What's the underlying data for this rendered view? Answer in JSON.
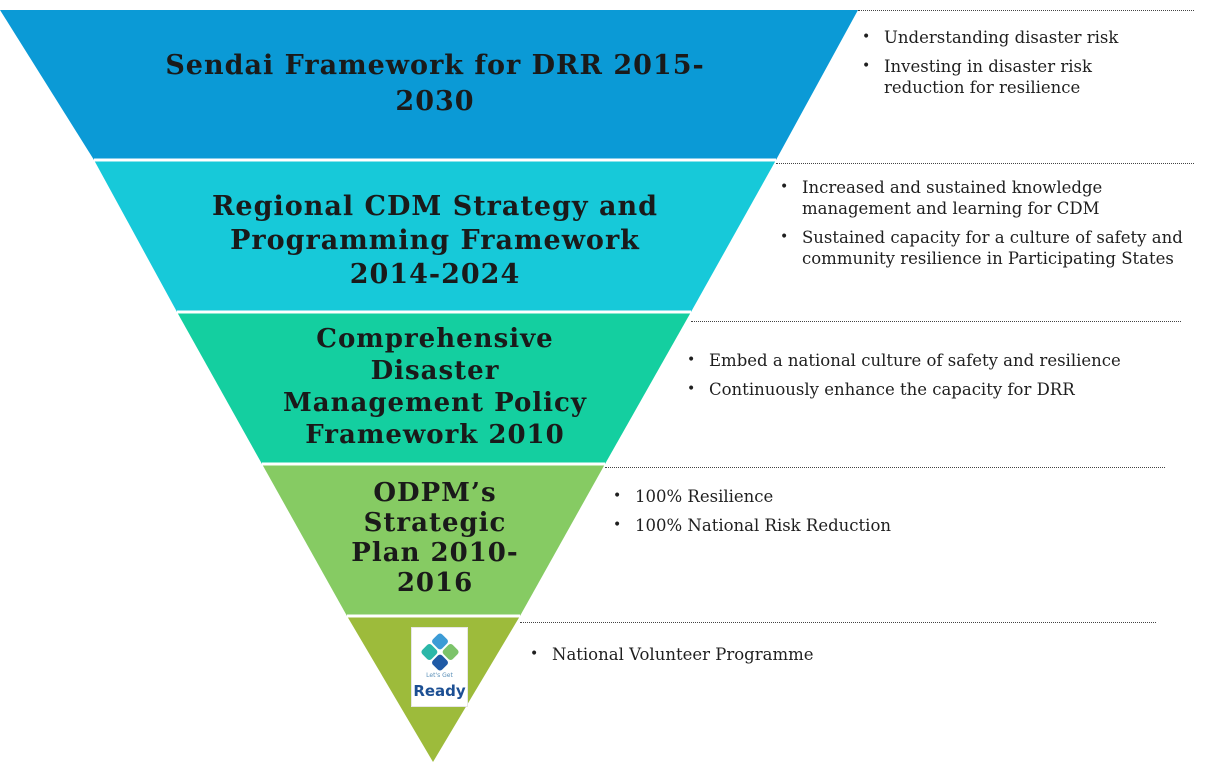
{
  "colors": {
    "tier1": "#0b9ad6",
    "tier2": "#17c9d9",
    "tier3": "#14cfa0",
    "tier4": "#86cb63",
    "tier5": "#9dbb3b",
    "divider": "#444444",
    "text": "#1a1a1a"
  },
  "tiers": [
    {
      "title_lines": [
        "Sendai Framework  for DRR 2015-",
        "2030"
      ],
      "bullets": [
        "Understanding disaster risk",
        "Investing in disaster risk reduction for resilience"
      ]
    },
    {
      "title_lines": [
        "Regional CDM Strategy and",
        "Programming Framework",
        "2014-2024"
      ],
      "bullets": [
        "Increased and sustained knowledge management and learning for CDM",
        "Sustained capacity for a culture of safety and community resilience in Participating States"
      ]
    },
    {
      "title_lines": [
        "Comprehensive",
        "Disaster",
        "Management Policy",
        "Framework 2010"
      ],
      "bullets": [
        "Embed a national culture of safety and resilience",
        "Continuously enhance the capacity for DRR"
      ]
    },
    {
      "title_lines": [
        "ODPM’s",
        "Strategic",
        "Plan 2010-",
        "2016"
      ],
      "bullets": [
        "100% Resilience",
        "100% National Risk Reduction"
      ]
    },
    {
      "title_lines": [],
      "bullets": [
        "National Volunteer Programme"
      ]
    }
  ],
  "logo": {
    "icon": "diamond-tiles-logo-icon",
    "tagline": "Let's Get",
    "word": "Ready"
  }
}
